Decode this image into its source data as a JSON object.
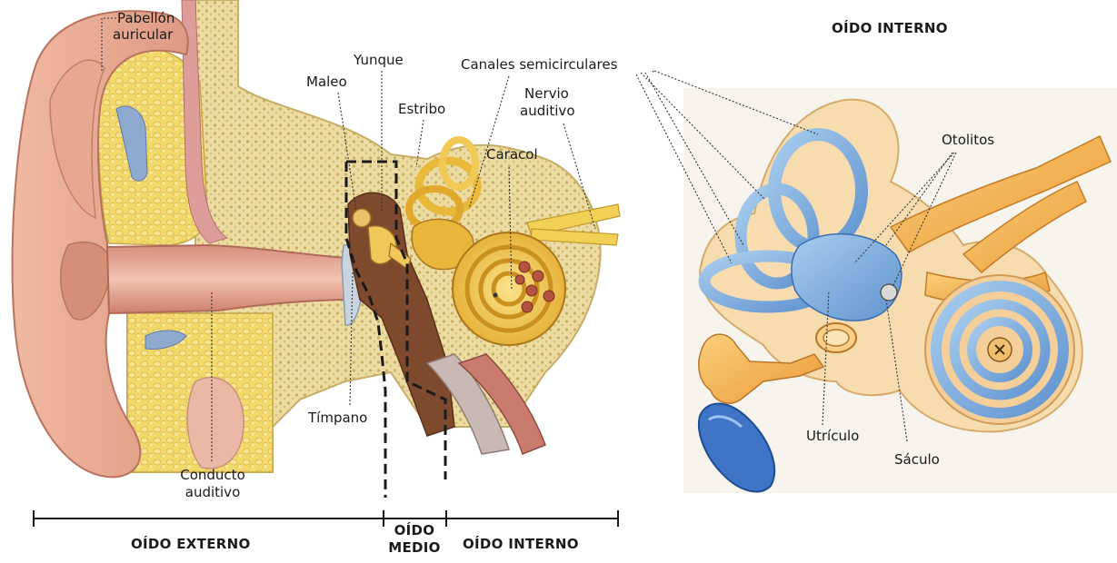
{
  "left_figure": {
    "labels": {
      "pabellon_1": "Pabellón",
      "pabellon_2": "auricular",
      "yunque": "Yunque",
      "maleo": "Maleo",
      "estribo": "Estribo",
      "canales": "Canales semicirculares",
      "nervio_1": "Nervio",
      "nervio_2": "auditivo",
      "caracol": "Caracol",
      "timpano": "Tímpano",
      "conducto_1": "Conducto",
      "conducto_2": "auditivo"
    },
    "sections": {
      "externo": "OÍDO EXTERNO",
      "medio_1": "OÍDO",
      "medio_2": "MEDIO",
      "interno": "OÍDO INTERNO"
    }
  },
  "right_figure": {
    "title": "OÍDO INTERNO",
    "labels": {
      "otolitos": "Otolitos",
      "utriculo": "Utrículo",
      "saculo": "Sáculo"
    }
  },
  "colors": {
    "skin": "#e8a88e",
    "skin_dark": "#c97a63",
    "bone": "#eadb9e",
    "bone_dot": "#c9b26a",
    "canal": "#c9776a",
    "ossicle": "#7a4a2c",
    "cochlea_gold": "#e9b93a",
    "blue": "#6fa3d9",
    "blue_dark": "#2f63b0",
    "orange": "#f0a94a"
  }
}
